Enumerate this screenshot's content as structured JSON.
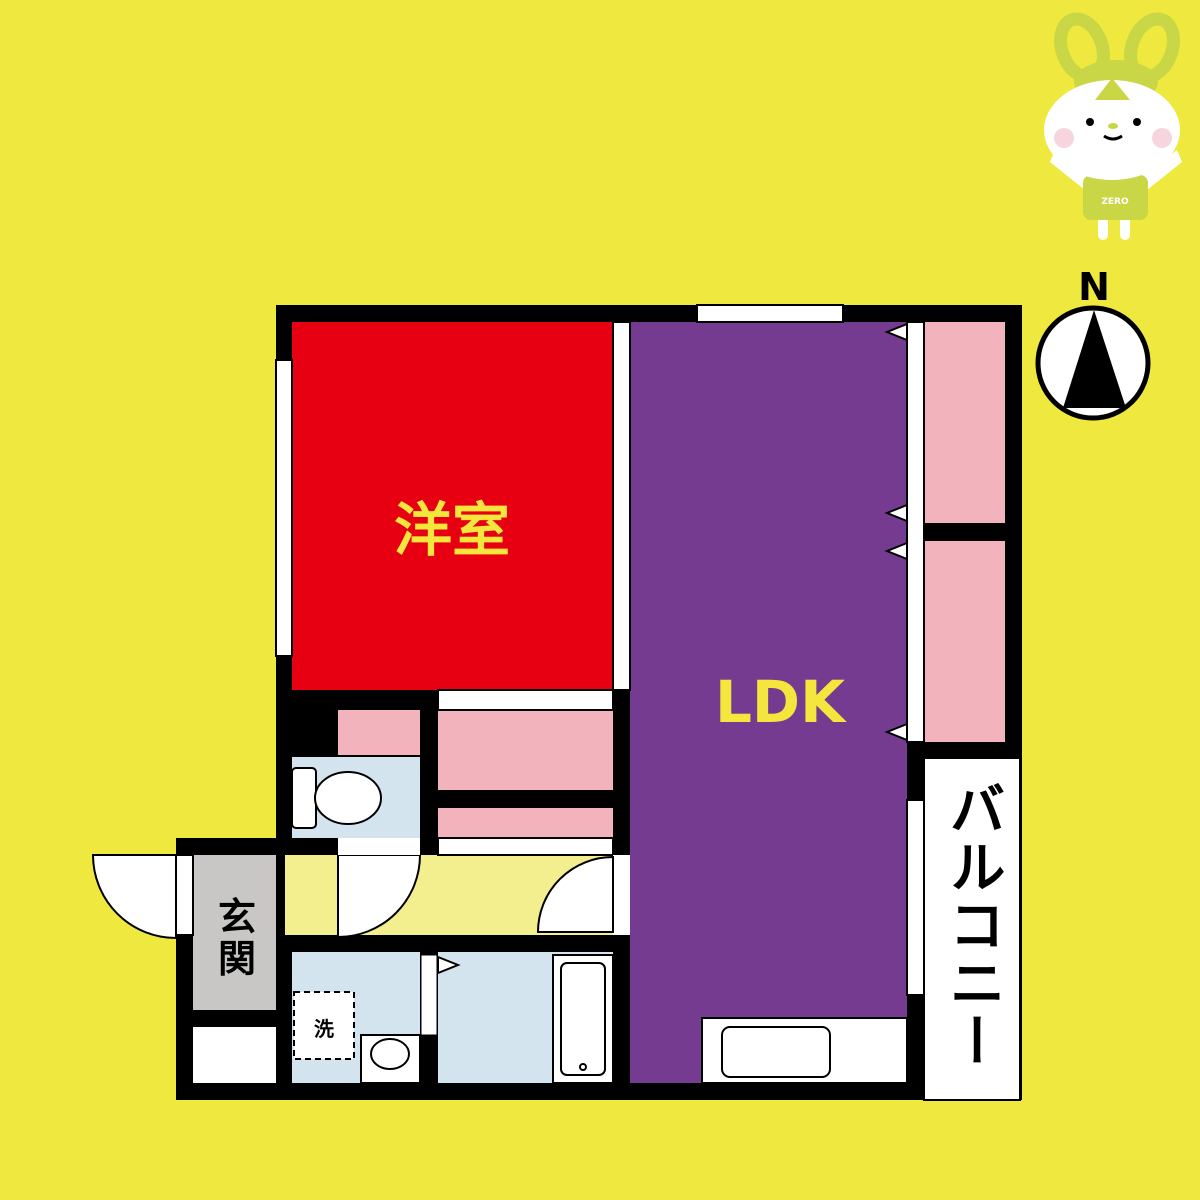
{
  "rooms": {
    "western": {
      "label": "洋室",
      "color": "#E60012"
    },
    "ldk": {
      "label": "LDK",
      "color": "#753B91"
    },
    "entrance": {
      "label": "玄関",
      "label_top": "玄",
      "label_bottom": "関",
      "color": "#C8C7C6"
    },
    "balcony": {
      "label": "バルコニー",
      "chars": [
        "バ",
        "ル",
        "コ",
        "ニ",
        "ー"
      ]
    },
    "washer": {
      "label": "洗"
    }
  },
  "compass": {
    "label": "N",
    "icon": "north-arrow-icon"
  },
  "mascot": {
    "shirt_text": "ZERO",
    "icon": "mascot-icon",
    "color": "#C9D645"
  },
  "colors": {
    "background": "#EFE93F",
    "closet": "#F2B3BD",
    "wet_area": "#D3E4EE",
    "hallway": "#F3EF8E",
    "text_yellow": "#F4E63C"
  }
}
